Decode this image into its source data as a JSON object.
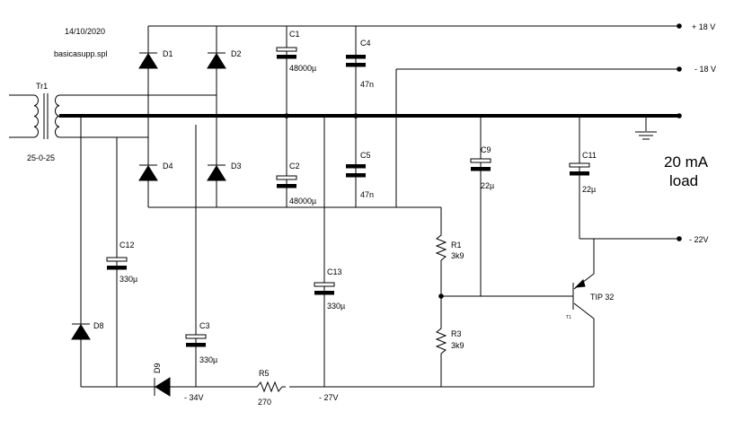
{
  "header": {
    "date": "14/10/2020",
    "filename": "basicasupp.spl"
  },
  "transformer": {
    "ref": "Tr1",
    "rating": "25-0-25"
  },
  "diodes": {
    "d1": "D1",
    "d2": "D2",
    "d3": "D3",
    "d4": "D4",
    "d8": "D8",
    "d9": "D9"
  },
  "capacitors": {
    "c1": {
      "ref": "C1",
      "value": "48000µ"
    },
    "c2": {
      "ref": "C2",
      "value": "48000µ"
    },
    "c4": {
      "ref": "C4",
      "value": "47n"
    },
    "c5": {
      "ref": "C5",
      "value": "47n"
    },
    "c9": {
      "ref": "C9",
      "value": "22µ"
    },
    "c11": {
      "ref": "C11",
      "value": "22µ"
    },
    "c12": {
      "ref": "C12",
      "value": "330µ"
    },
    "c3": {
      "ref": "C3",
      "value": "330µ"
    },
    "c13": {
      "ref": "C13",
      "value": "330µ"
    }
  },
  "resistors": {
    "r1": {
      "ref": "R1",
      "value": "3k9"
    },
    "r3": {
      "ref": "R3",
      "value": "3k9"
    },
    "r5": {
      "ref": "R5",
      "value": "270"
    }
  },
  "transistor": {
    "ref": "TIP 32",
    "tag": "T1"
  },
  "outputs": {
    "plus18": "+ 18 V",
    "minus18": "- 18 V",
    "minus22": "- 22V"
  },
  "nodes": {
    "minus34": "- 34V",
    "minus27": "- 27V"
  },
  "load": {
    "line1": "20 mA",
    "line2": "load"
  }
}
